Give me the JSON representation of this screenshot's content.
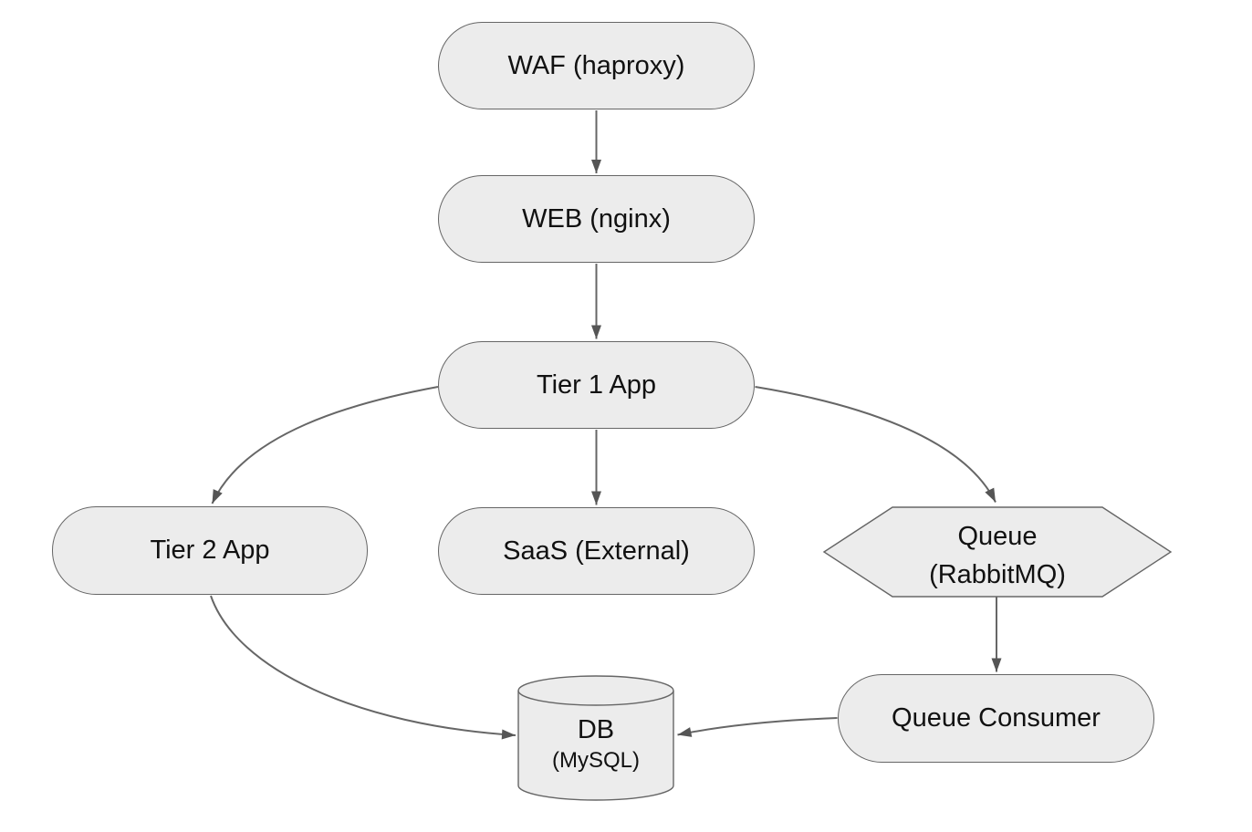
{
  "diagram": {
    "type": "flowchart",
    "direction": "top-down",
    "colors": {
      "background": "#ffffff",
      "node_fill": "#ececec",
      "node_border": "#666666",
      "edge_line": "#666666",
      "arrowhead": "#555555",
      "text": "#111111"
    },
    "nodes": [
      {
        "id": "waf",
        "shape": "stadium",
        "label": "WAF (haproxy)"
      },
      {
        "id": "web",
        "shape": "stadium",
        "label": "WEB (nginx)"
      },
      {
        "id": "tier1",
        "shape": "stadium",
        "label": "Tier 1 App"
      },
      {
        "id": "tier2",
        "shape": "stadium",
        "label": "Tier 2 App"
      },
      {
        "id": "saas",
        "shape": "stadium",
        "label": "SaaS (External)"
      },
      {
        "id": "queue",
        "shape": "hexagon",
        "label_line1": "Queue",
        "label_line2": "(RabbitMQ)"
      },
      {
        "id": "consumer",
        "shape": "stadium",
        "label": "Queue Consumer"
      },
      {
        "id": "db",
        "shape": "cylinder",
        "label_line1": "DB",
        "label_line2": "(MySQL)"
      }
    ],
    "edges": [
      {
        "from": "waf",
        "to": "web"
      },
      {
        "from": "web",
        "to": "tier1"
      },
      {
        "from": "tier1",
        "to": "tier2"
      },
      {
        "from": "tier1",
        "to": "saas"
      },
      {
        "from": "tier1",
        "to": "queue"
      },
      {
        "from": "queue",
        "to": "consumer"
      },
      {
        "from": "tier2",
        "to": "db"
      },
      {
        "from": "consumer",
        "to": "db"
      }
    ]
  }
}
